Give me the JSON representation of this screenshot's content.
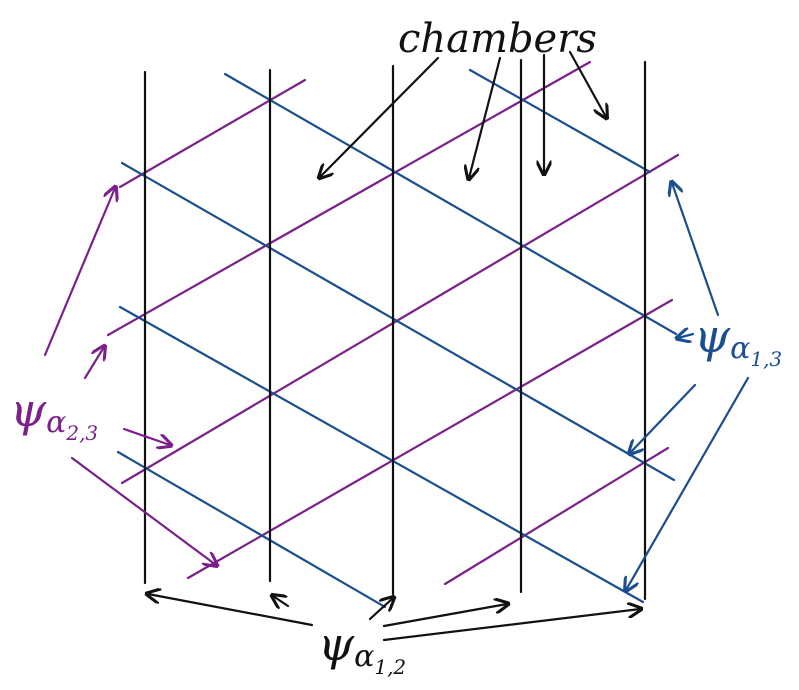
{
  "colors": {
    "black": "#111111",
    "purple": "#7b1f8a",
    "blue": "#1a4e8e"
  },
  "labels": {
    "chambers": "chambers",
    "psi_a12": {
      "psi": "ψ",
      "alpha": "α",
      "sub": "1,2"
    },
    "psi_a23": {
      "psi": "ψ",
      "alpha": "α",
      "sub": "2,3"
    },
    "psi_a13": {
      "psi": "ψ",
      "alpha": "α",
      "sub": "1,3"
    }
  }
}
